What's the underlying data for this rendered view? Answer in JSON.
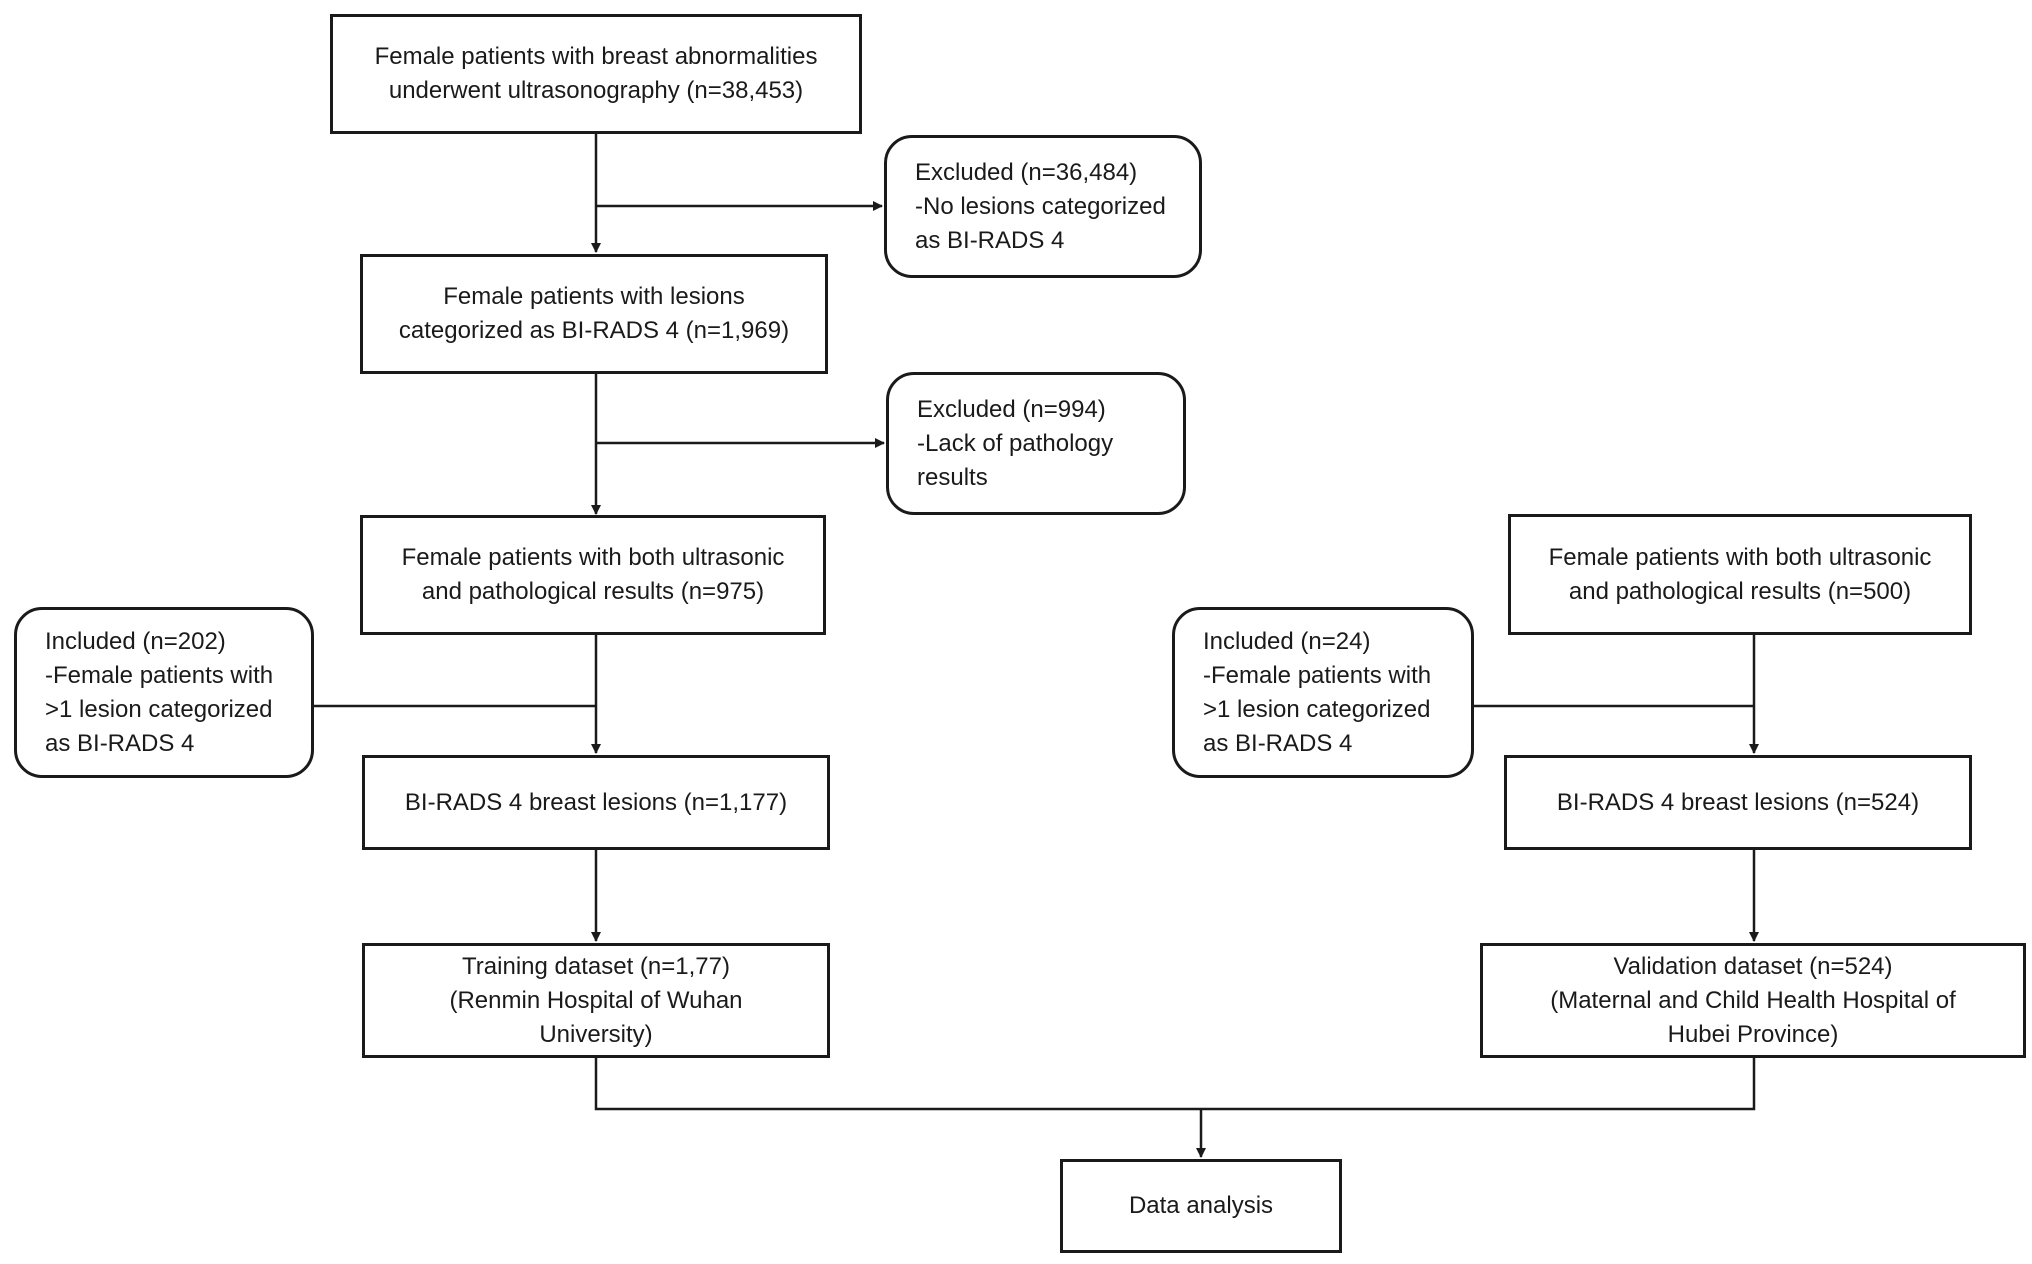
{
  "nodes": {
    "start": {
      "lines": [
        "Female patients with breast abnormalities",
        "underwent ultrasonography (n=38,453)"
      ]
    },
    "excluded1": {
      "lines": [
        "Excluded (n=36,484)",
        "-No lesions categorized",
        "as BI-RADS 4"
      ]
    },
    "birads4": {
      "lines": [
        "Female patients with lesions",
        "categorized as BI-RADS 4 (n=1,969)"
      ]
    },
    "excluded2": {
      "lines": [
        "Excluded (n=994)",
        "-Lack of pathology",
        "results"
      ]
    },
    "both_left": {
      "lines": [
        "Female patients with both ultrasonic",
        "and pathological results (n=975)"
      ]
    },
    "included_left": {
      "lines": [
        "Included (n=202)",
        "-Female patients with",
        ">1 lesion categorized",
        "as BI-RADS 4"
      ]
    },
    "lesions_left": {
      "lines": [
        "BI-RADS 4 breast lesions (n=1,177)"
      ]
    },
    "training": {
      "lines": [
        "Training dataset (n=1,77)",
        "(Renmin Hospital of Wuhan",
        "University)"
      ]
    },
    "both_right": {
      "lines": [
        "Female patients with both ultrasonic",
        "and pathological results (n=500)"
      ]
    },
    "included_right": {
      "lines": [
        "Included (n=24)",
        "-Female patients with",
        ">1 lesion categorized",
        "as BI-RADS 4"
      ]
    },
    "lesions_right": {
      "lines": [
        "BI-RADS 4 breast lesions (n=524)"
      ]
    },
    "validation": {
      "lines": [
        "Validation dataset (n=524)",
        "(Maternal and Child Health Hospital of",
        "Hubei Province)"
      ]
    },
    "analysis": {
      "lines": [
        "Data analysis"
      ]
    }
  },
  "colors": {
    "stroke": "#1a1a1a",
    "background": "#ffffff"
  }
}
